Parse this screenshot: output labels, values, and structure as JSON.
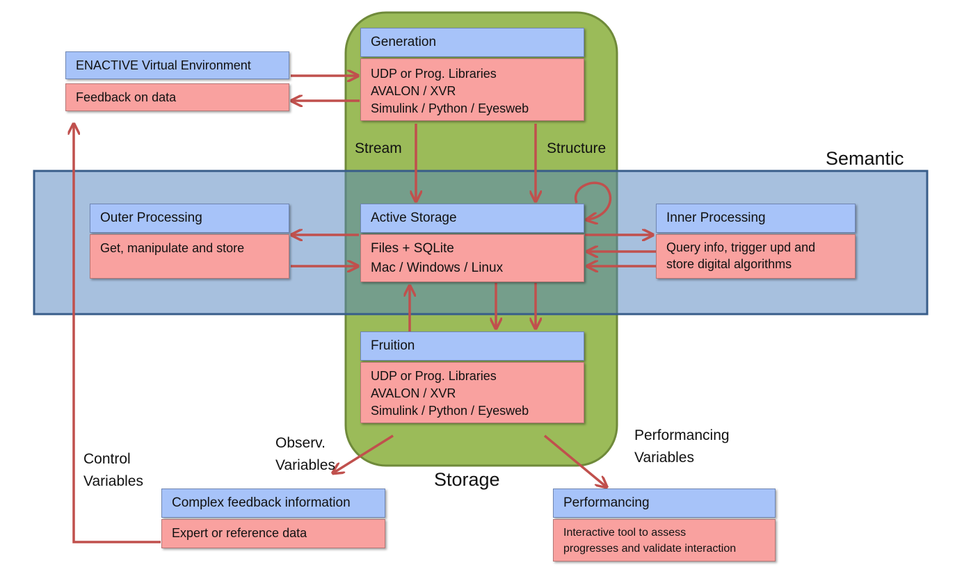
{
  "regions": {
    "storage_label": "Storage",
    "semantic_label": "Semantic"
  },
  "boxes": {
    "generation": {
      "title": "Generation",
      "lines": [
        "UDP or Prog. Libraries",
        "AVALON / XVR",
        "Simulink /  Python / Eyesweb"
      ]
    },
    "enactive": {
      "title": "ENACTIVE Virtual Environment",
      "body": "Feedback on data"
    },
    "active_storage": {
      "title": "Active Storage",
      "lines": [
        "Files + SQLite",
        "Mac / Windows  / Linux"
      ]
    },
    "outer_processing": {
      "title": "Outer Processing",
      "body": "Get, manipulate and store"
    },
    "inner_processing": {
      "title": "Inner Processing",
      "lines": [
        "Query info, trigger upd and",
        "store digital algorithms"
      ]
    },
    "fruition": {
      "title": "Fruition",
      "lines": [
        "UDP or Prog. Libraries",
        "AVALON / XVR",
        "Simulink / Python / Eyesweb"
      ]
    },
    "complex_feedback": {
      "title": "Complex feedback information",
      "body": "Expert or reference data"
    },
    "performancing": {
      "title": "Performancing",
      "lines": [
        "Interactive tool to assess",
        "progresses and validate interaction"
      ]
    }
  },
  "labels": {
    "stream": "Stream",
    "structure": "Structure",
    "observ_1": "Observ.",
    "observ_2": "Variables",
    "control_1": "Control",
    "control_2": "Variables",
    "perf_1": "Performancing",
    "perf_2": "Variables"
  },
  "colors": {
    "storage_fill": "#9bbb59",
    "storage_border": "#6f8a3a",
    "semantic_fill": "#4f81bd",
    "semantic_border": "#385d8a",
    "header_fill": "#a7c3f9",
    "body_fill": "#f9a19f",
    "arrow": "#c0504d"
  }
}
